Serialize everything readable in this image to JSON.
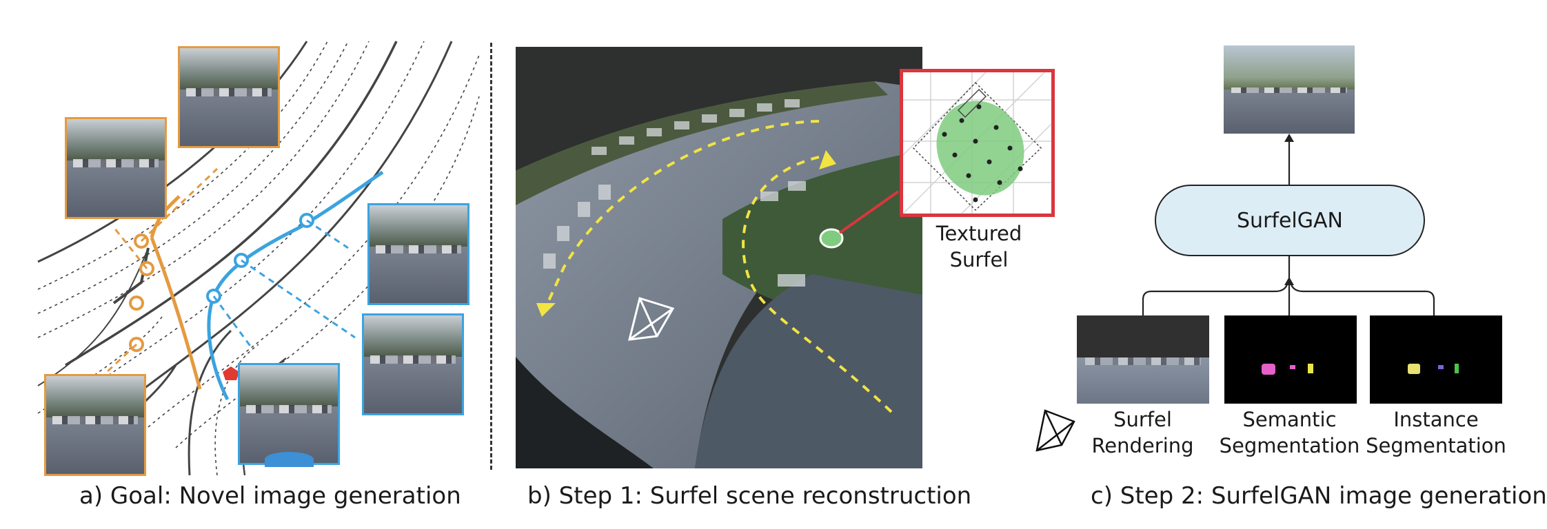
{
  "captions": {
    "a": "a) Goal: Novel image generation",
    "b": "b) Step 1: Surfel scene reconstruction",
    "c": "c) Step 2: SurfelGAN image generation"
  },
  "panel_b": {
    "textured_surfel_line1": "Textured",
    "textured_surfel_line2": "Surfel"
  },
  "panel_c": {
    "model_name": "SurfelGAN",
    "inputs": [
      {
        "line1": "Surfel",
        "line2": "Rendering"
      },
      {
        "line1": "Semantic",
        "line2": "Segmentation"
      },
      {
        "line1": "Instance",
        "line2": "Segmentation"
      }
    ]
  },
  "colors": {
    "orange": "#e59a3f",
    "blue": "#3ba3e0",
    "yellow_path": "#f2e443",
    "red_callout": "#d9363e",
    "surfel_green": "#7fcb7f",
    "gan_box_fill": "#ddedf5"
  },
  "icons": [
    "camera-frustum-icon",
    "arrow-up-icon"
  ]
}
